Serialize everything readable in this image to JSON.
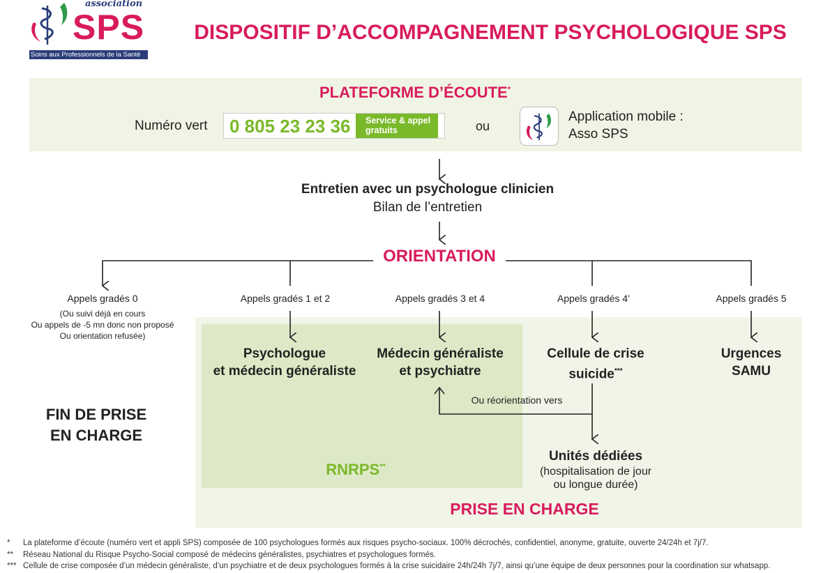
{
  "logo": {
    "assoc": "association",
    "name": "SPS",
    "tagline": "Soins aux Professionnels de la Santé"
  },
  "title": "DISPOSITIF D’ACCOMPAGNEMENT PSYCHOLOGIQUE SPS",
  "platform": {
    "title": "PLATEFORME D’ÉCOUTE",
    "star": "*",
    "numero_label": "Numéro vert",
    "number": "0 805 23 23 36",
    "badge_line1": "Service & appel",
    "badge_line2": "gratuits",
    "or": "ou",
    "app_line1": "Application mobile :",
    "app_line2": "Asso SPS"
  },
  "interview": {
    "line1": "Entretien avec un psychologue clinicien",
    "line2": "Bilan de l’entretien"
  },
  "orientation": "ORIENTATION",
  "branches": [
    {
      "label": "Appels gradés 0",
      "notes": [
        "(Ou suivi déjà en cours",
        "Ou appels de -5 mn donc non proposé",
        "Ou orientation refusée)"
      ]
    },
    {
      "label": "Appels gradés 1 et 2",
      "line1": "Psychologue",
      "line2": "et médecin généraliste"
    },
    {
      "label": "Appels gradés 3 et 4",
      "line1": "Médecin généraliste",
      "line2": "et psychiatre"
    },
    {
      "label": "Appels gradés 4’",
      "line1": "Cellule de crise",
      "line2": "suicide",
      "star": "***"
    },
    {
      "label": "Appels gradés 5",
      "line1": "Urgences",
      "line2": "SAMU"
    }
  ],
  "fin": {
    "line1": "FIN DE PRISE",
    "line2": "EN CHARGE"
  },
  "reorientation": "Ou réorientation vers",
  "units": {
    "title": "Unités dédiées",
    "line1": "(hospitalisation de jour",
    "line2": "ou longue durée)"
  },
  "rnrps": {
    "label": "RNRPS",
    "star": "**"
  },
  "prise": "PRISE EN CHARGE",
  "footnotes": [
    {
      "mark": "*",
      "text": "La plateforme d’écoute (numéro vert et appli SPS) composée de 100 psychologues formés aux risques psycho-sociaux. 100% décrochés, confidentiel, anonyme, gratuite, ouverte 24/24h et 7j/7."
    },
    {
      "mark": "**",
      "text": "Réseau National du Risque Psycho-Social composé de médecins généralistes, psychiatres et psychologues formés."
    },
    {
      "mark": "***",
      "text": "Cellule de crise composée d’un médecin généraliste, d’un psychiatre et de deux psychologues formés à la crise suicidaire 24h/24h 7j/7, ainsi qu’une équipe de deux personnes pour la coordination sur whatsapp."
    }
  ],
  "colors": {
    "pink": "#d81b5c",
    "green": "#7ab929",
    "navy": "#2b3d7a"
  }
}
